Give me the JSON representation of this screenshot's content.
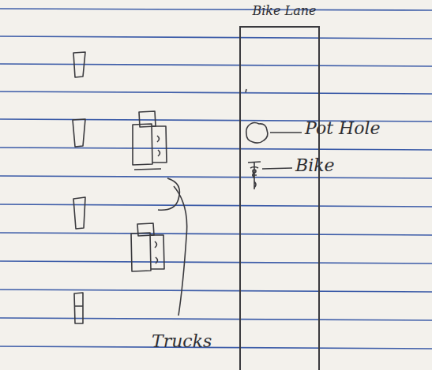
{
  "diagram": {
    "nodes": [
      {
        "text": [
          "Bike Lane"
        ]
      }
    ],
    "labels": [
      "Pot Hole",
      "Bike",
      "Trucks"
    ]
  }
}
